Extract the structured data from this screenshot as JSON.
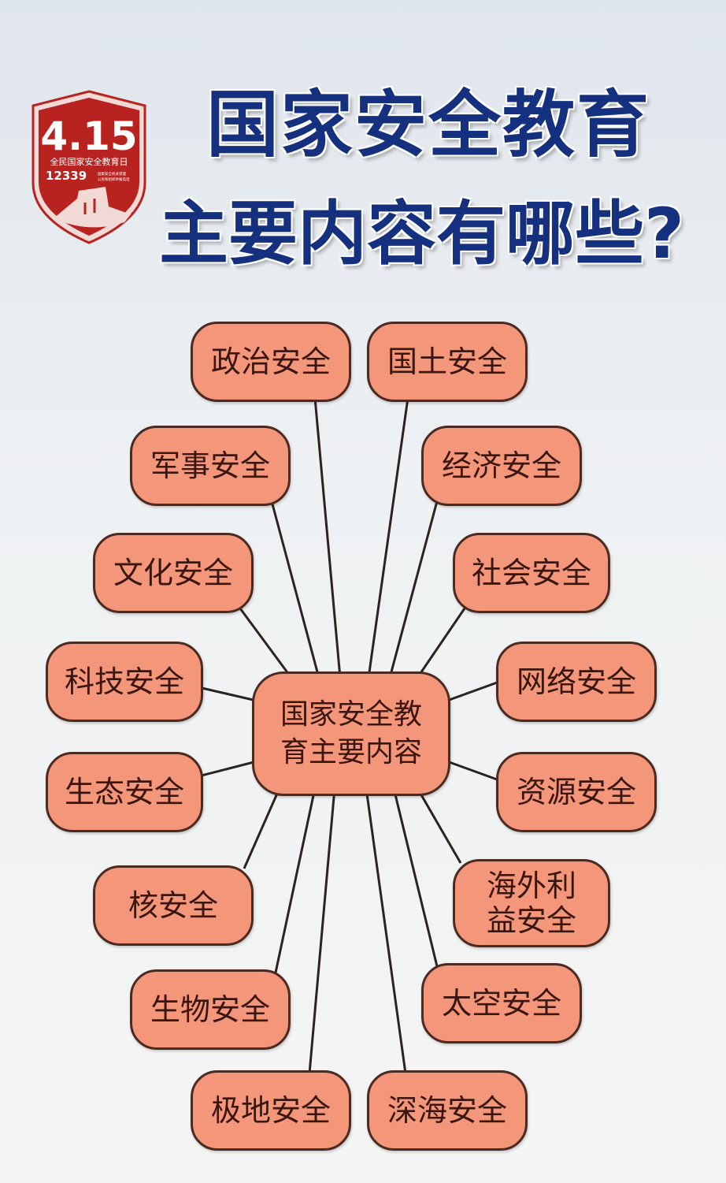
{
  "logo": {
    "date": "4.15",
    "line1": "全民国家安全教育日",
    "hotline": "12339",
    "hotline_note": "国家安全机关受理 公民和组织举报电话",
    "color": "#b8231f"
  },
  "title": {
    "line1": "国家安全教育",
    "line2": "主要内容有哪些?",
    "color": "#14307e"
  },
  "diagram": {
    "center": "国家安全教育主要内容",
    "node_fill": "#f3967a",
    "node_border": "#4b2a22",
    "nodes": [
      "政治安全",
      "国土安全",
      "军事安全",
      "经济安全",
      "文化安全",
      "社会安全",
      "科技安全",
      "网络安全",
      "生态安全",
      "资源安全",
      "核安全",
      "海外利益安全",
      "生物安全",
      "太空安全",
      "极地安全",
      "深海安全"
    ]
  }
}
